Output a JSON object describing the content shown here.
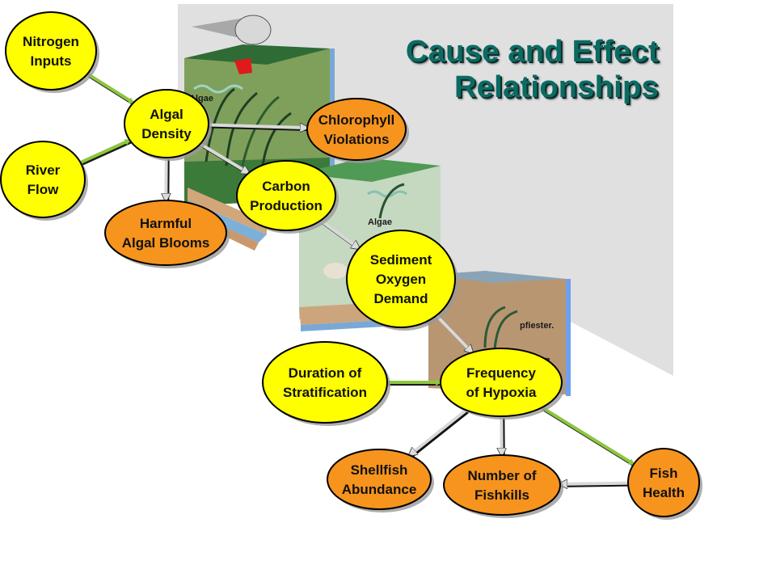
{
  "title": {
    "line1": "Cause and Effect",
    "line2": "Relationships"
  },
  "colors": {
    "cause_node": "#ffff00",
    "effect_node": "#f7941d",
    "green_arrow": "#8dc63f",
    "gray_arrow": "#d9d9d9",
    "title_text": "#0b6b63",
    "panel": "#e0e0e0"
  },
  "illustration": {
    "labels": [
      "Algae",
      "Algae",
      "pfiester."
    ]
  },
  "nodes": [
    {
      "id": "nitrogen",
      "kind": "cause",
      "lines": [
        "Nitrogen",
        "Inputs"
      ]
    },
    {
      "id": "river",
      "kind": "cause",
      "lines": [
        "River",
        "Flow"
      ]
    },
    {
      "id": "algal",
      "kind": "cause",
      "lines": [
        "Algal",
        "Density"
      ]
    },
    {
      "id": "chloro",
      "kind": "effect",
      "lines": [
        "Chlorophyll",
        "Violations"
      ]
    },
    {
      "id": "harmful",
      "kind": "effect",
      "lines": [
        "Harmful",
        "Algal Blooms"
      ]
    },
    {
      "id": "carbon",
      "kind": "cause",
      "lines": [
        "Carbon",
        "Production"
      ]
    },
    {
      "id": "sediment",
      "kind": "cause",
      "lines": [
        "Sediment",
        "Oxygen",
        "Demand"
      ]
    },
    {
      "id": "duration",
      "kind": "cause",
      "lines": [
        "Duration of",
        "Stratification"
      ]
    },
    {
      "id": "hypoxia",
      "kind": "cause",
      "lines": [
        "Frequency",
        "of Hypoxia"
      ]
    },
    {
      "id": "shellfish",
      "kind": "effect",
      "lines": [
        "Shellfish",
        "Abundance"
      ]
    },
    {
      "id": "fishkills",
      "kind": "effect",
      "lines": [
        "Number of",
        "Fishkills"
      ]
    },
    {
      "id": "fishhealth",
      "kind": "effect",
      "lines": [
        "Fish",
        "Health"
      ]
    }
  ],
  "edges": [
    {
      "from": "nitrogen",
      "to": "algal",
      "style": "green"
    },
    {
      "from": "river",
      "to": "algal",
      "style": "green"
    },
    {
      "from": "algal",
      "to": "chloro",
      "style": "gray"
    },
    {
      "from": "algal",
      "to": "harmful",
      "style": "gray"
    },
    {
      "from": "algal",
      "to": "carbon",
      "style": "gray"
    },
    {
      "from": "carbon",
      "to": "sediment",
      "style": "gray"
    },
    {
      "from": "sediment",
      "to": "hypoxia",
      "style": "gray"
    },
    {
      "from": "duration",
      "to": "hypoxia",
      "style": "green"
    },
    {
      "from": "hypoxia",
      "to": "shellfish",
      "style": "gray"
    },
    {
      "from": "hypoxia",
      "to": "fishkills",
      "style": "gray"
    },
    {
      "from": "hypoxia",
      "to": "fishhealth",
      "style": "green"
    },
    {
      "from": "fishhealth",
      "to": "fishkills",
      "style": "gray"
    }
  ]
}
